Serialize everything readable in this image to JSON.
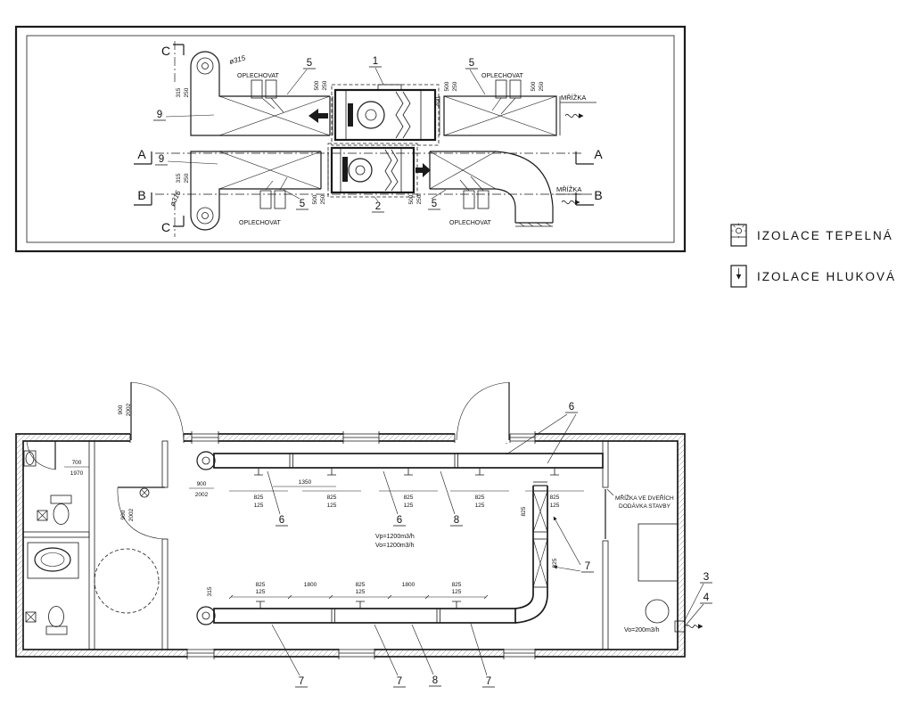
{
  "colors": {
    "ink": "#1a1a1a",
    "paper": "#ffffff"
  },
  "legend": {
    "thermal_label": "IZOLACE TEPELNÁ",
    "acoustic_label": "IZOLACE HLUKOVÁ"
  },
  "duct_plan": {
    "section_c": "C",
    "section_a": "A",
    "section_b": "B",
    "callout_1": "1",
    "callout_2": "2",
    "callout_5": "5",
    "callout_9": "9",
    "oplechovat": "OPLECHOVAT",
    "mrizka": "MŘÍŽKA",
    "dia_315": "ø315",
    "dim_315": "315",
    "dim_250": "250",
    "dim_500": "500",
    "dim_400": "400"
  },
  "floor_plan": {
    "callout_3": "3",
    "callout_4": "4",
    "callout_6": "6",
    "callout_7": "7",
    "callout_8": "8",
    "dim_900": "900",
    "dim_2002": "2002",
    "dim_700": "700",
    "dim_1970": "1970",
    "dim_825": "825",
    "dim_125": "125",
    "dim_1350": "1350",
    "dim_1800": "1800",
    "dim_315": "315",
    "airflow_supply": "Vp=1200m3/h",
    "airflow_exhaust": "Vo=1200m3/h",
    "airflow_door": "Vo=200m3/h",
    "grille_note_line1": "MŘÍŽKA VE DVEŘÍCH",
    "grille_note_line2": "DODÁVKA STAVBY"
  }
}
